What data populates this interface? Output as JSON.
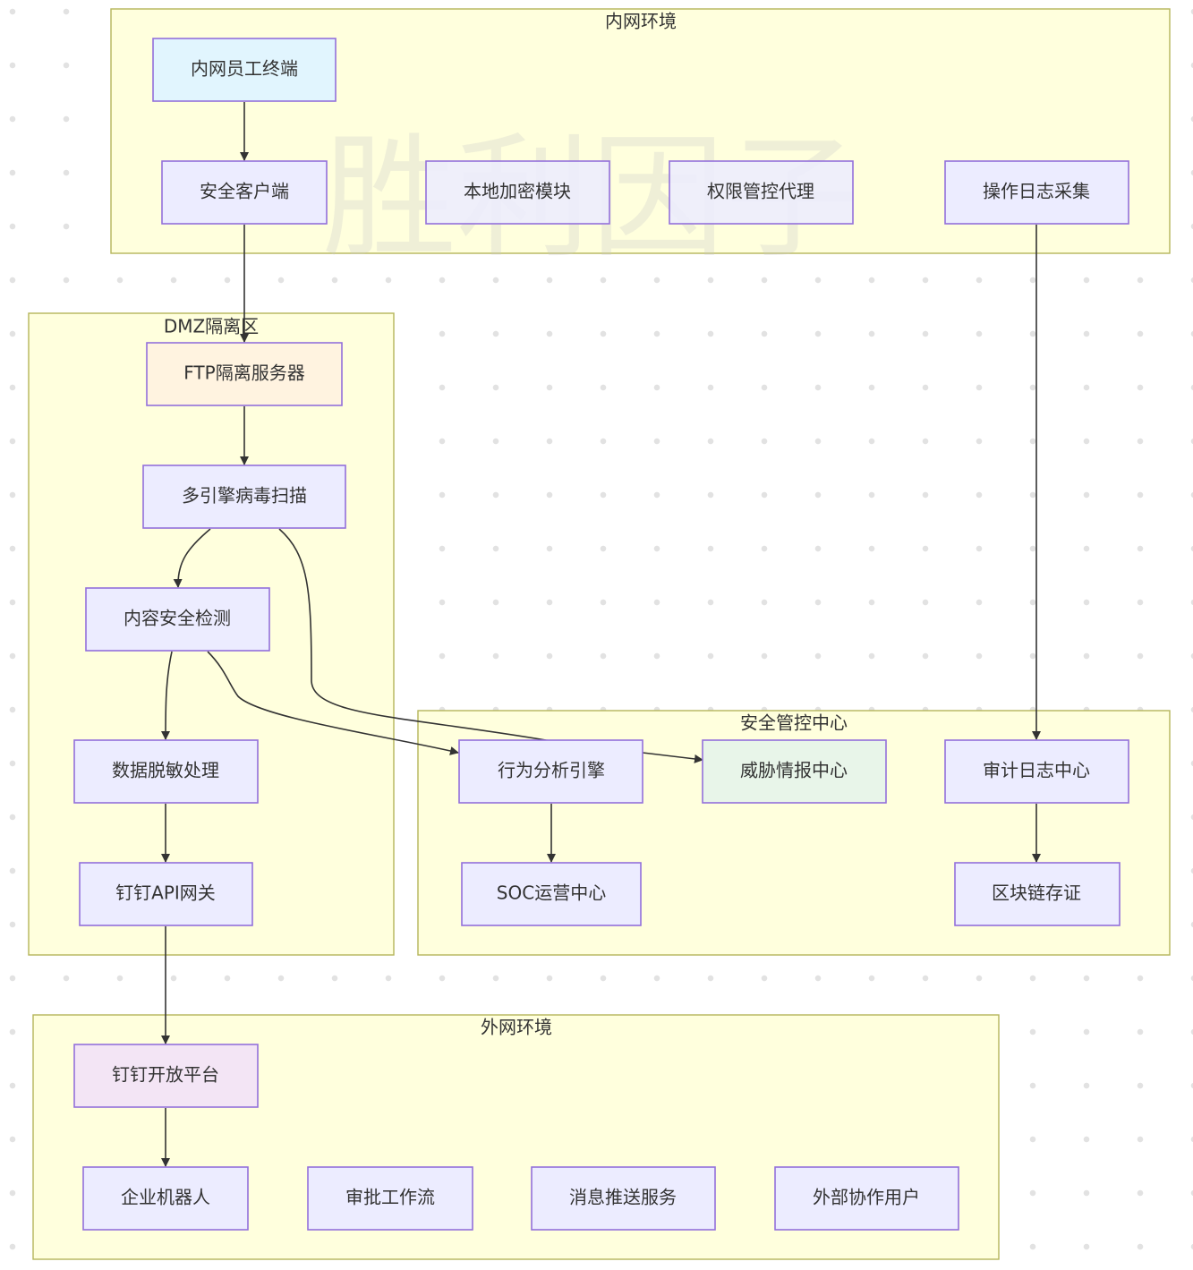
{
  "watermark": "胜利因子",
  "colors": {
    "cluster_fill": "#ffffdd",
    "cluster_stroke": "#b5b55a",
    "node_default": "#ececff",
    "node_stroke": "#9370db",
    "node_terminal": "#e1f5fe",
    "node_ftp": "#fff3e0",
    "node_threat": "#e8f5e9",
    "node_dingtalk_platform": "#f3e5f5",
    "edge": "#333333"
  },
  "clusters": {
    "intranet": "内网环境",
    "dmz": "DMZ隔离区",
    "soc": "安全管控中心",
    "extranet": "外网环境"
  },
  "nodes": {
    "employee_terminal": "内网员工终端",
    "security_client": "安全客户端",
    "local_encryption": "本地加密模块",
    "permission_proxy": "权限管控代理",
    "operation_log": "操作日志采集",
    "ftp_server": "FTP隔离服务器",
    "virus_scan": "多引擎病毒扫描",
    "content_check": "内容安全检测",
    "data_masking": "数据脱敏处理",
    "api_gateway": "钉钉API网关",
    "behavior_engine": "行为分析引擎",
    "threat_intel": "威胁情报中心",
    "audit_center": "审计日志中心",
    "soc_ops": "SOC运营中心",
    "blockchain": "区块链存证",
    "open_platform": "钉钉开放平台",
    "enterprise_bot": "企业机器人",
    "approval_flow": "审批工作流",
    "message_push": "消息推送服务",
    "external_user": "外部协作用户"
  },
  "edges": [
    [
      "employee_terminal",
      "security_client"
    ],
    [
      "security_client",
      "ftp_server"
    ],
    [
      "ftp_server",
      "virus_scan"
    ],
    [
      "virus_scan",
      "content_check"
    ],
    [
      "virus_scan",
      "threat_intel"
    ],
    [
      "content_check",
      "data_masking"
    ],
    [
      "content_check",
      "behavior_engine"
    ],
    [
      "data_masking",
      "api_gateway"
    ],
    [
      "api_gateway",
      "open_platform"
    ],
    [
      "open_platform",
      "enterprise_bot"
    ],
    [
      "operation_log",
      "audit_center"
    ],
    [
      "behavior_engine",
      "soc_ops"
    ],
    [
      "audit_center",
      "blockchain"
    ]
  ]
}
